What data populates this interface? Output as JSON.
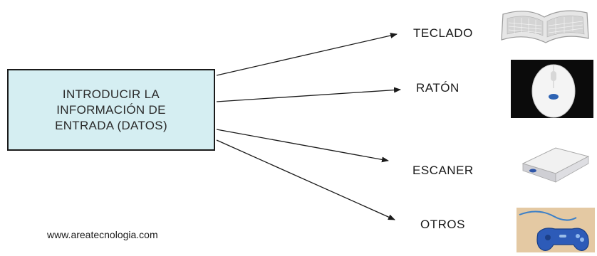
{
  "main_box": {
    "lines": [
      "INTRODUCIR LA",
      "INFORMACIÓN DE",
      "ENTRADA (DATOS)"
    ]
  },
  "outputs": [
    {
      "label": "TECLADO",
      "icon": "keyboard-icon"
    },
    {
      "label": "RATÓN",
      "icon": "mouse-icon"
    },
    {
      "label": "ESCANER",
      "icon": "scanner-icon"
    },
    {
      "label": "OTROS",
      "icon": "gamepad-icon"
    }
  ],
  "footer": "www.areatecnologia.com",
  "colors": {
    "box_fill": "#d5eef2",
    "box_border": "#1a1a1a",
    "arrow": "#1a1a1a"
  }
}
